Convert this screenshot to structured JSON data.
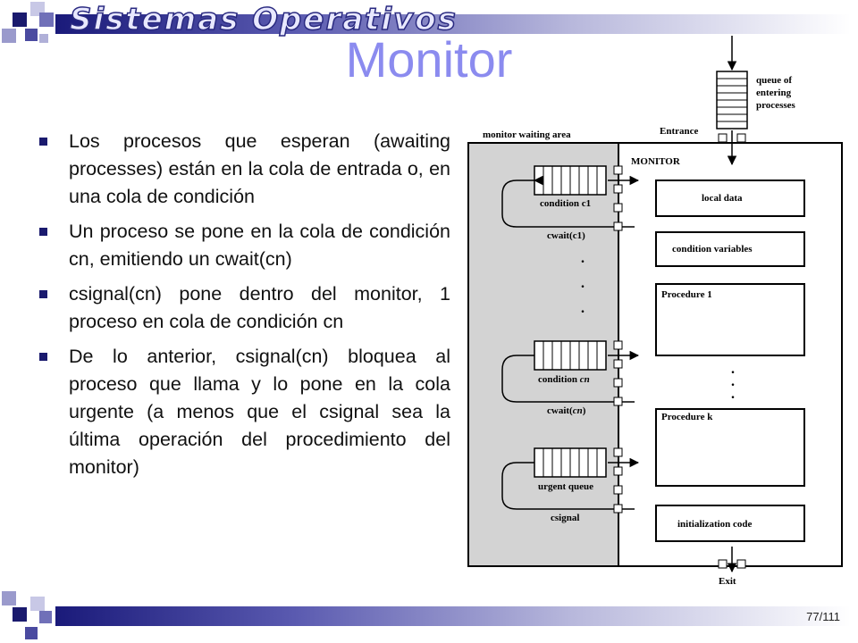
{
  "header": {
    "brand": "Sistemas Operativos",
    "title": "Monitor"
  },
  "bullets": [
    "Los procesos que esperan (awaiting processes) están en la cola de entrada o, en una cola de condición",
    "Un proceso se pone en la cola de condición cn, emitiendo un cwait(cn)",
    "csignal(cn) pone dentro del monitor, 1 proceso en cola de condición cn",
    "De lo anterior, csignal(cn) bloquea al proceso que llama y lo pone en la cola urgente (a menos que el csignal sea la última operación del procedimiento del monitor)"
  ],
  "diagram": {
    "queue_label_1": "queue of",
    "queue_label_2": "entering",
    "queue_label_3": "processes",
    "entrance": "Entrance",
    "waiting_area": "monitor waiting area",
    "monitor": "MONITOR",
    "local_data": "local data",
    "condition_variables": "condition variables",
    "procedure_1": "Procedure 1",
    "procedure_k": "Procedure k",
    "initialization_code": "initialization code",
    "condition_c1": "condition c1",
    "cwait_c1": "cwait(c1)",
    "condition_cn_prefix": "condition ",
    "condition_cn_var": "cn",
    "cwait_cn_prefix": "cwait(",
    "cwait_cn_var": "cn",
    "cwait_cn_suffix": ")",
    "urgent_queue": "urgent queue",
    "csignal": "csignal",
    "exit": "Exit",
    "dot": "."
  },
  "footer": {
    "page": "77/111"
  },
  "colors": {
    "title": "#8b8bef",
    "band_dark": "#1a1a7a",
    "waiting_area": "#d3d3d3"
  }
}
